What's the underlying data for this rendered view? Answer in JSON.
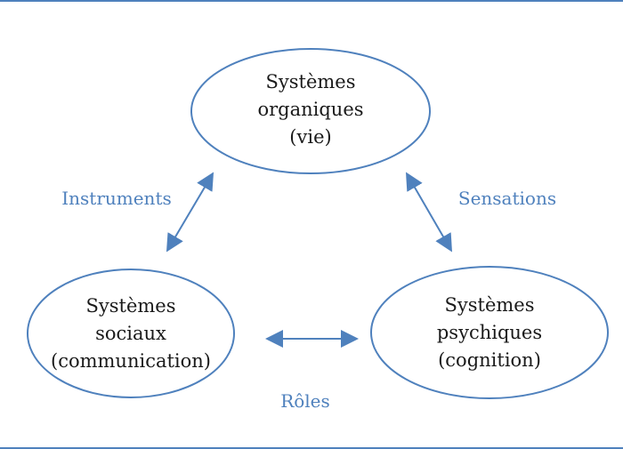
{
  "diagram": {
    "nodes": {
      "organic": {
        "lines": [
          "Systèmes",
          "organiques",
          "(vie)"
        ]
      },
      "social": {
        "lines": [
          "Systèmes",
          "sociaux",
          "(communication)"
        ]
      },
      "psychic": {
        "lines": [
          "Systèmes",
          "psychiques",
          "(cognition)"
        ]
      }
    },
    "relations": {
      "organic_social": "Instruments",
      "organic_psychic": "Sensations",
      "social_psychic": "Rôles"
    },
    "colors": {
      "accent": "#4f81bd",
      "node_stroke": "#4f81bd",
      "text": "#1a1a1a"
    }
  }
}
